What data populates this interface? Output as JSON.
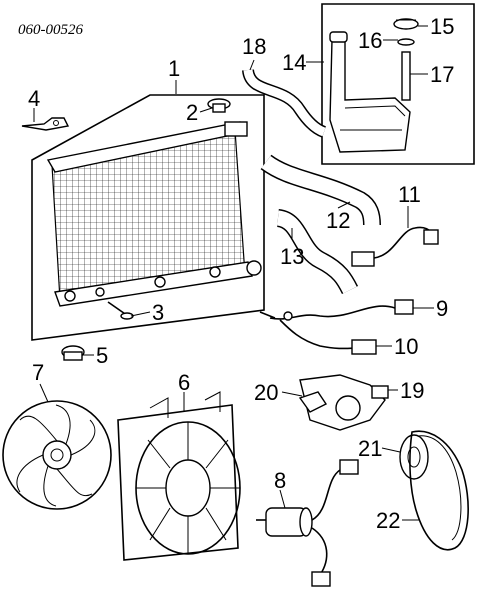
{
  "diagram_code": "060-00526",
  "callouts": {
    "c1": "1",
    "c2": "2",
    "c3": "3",
    "c4": "4",
    "c5": "5",
    "c6": "6",
    "c7": "7",
    "c8": "8",
    "c9": "9",
    "c10": "10",
    "c11": "11",
    "c12": "12",
    "c13": "13",
    "c14": "14",
    "c15": "15",
    "c16": "16",
    "c17": "17",
    "c18": "18",
    "c19": "19",
    "c20": "20",
    "c21": "21",
    "c22": "22"
  }
}
